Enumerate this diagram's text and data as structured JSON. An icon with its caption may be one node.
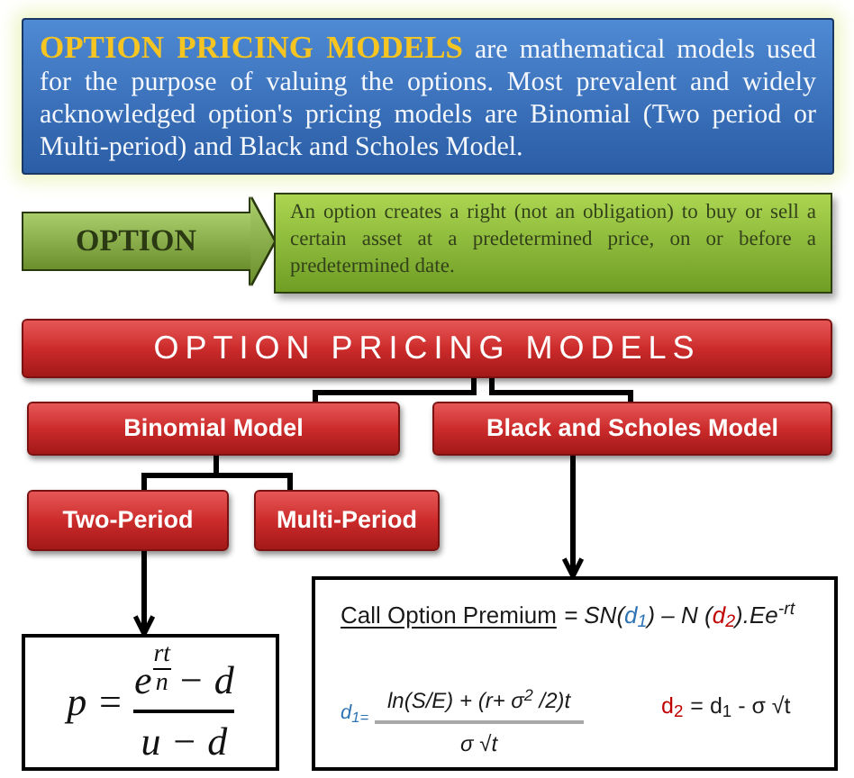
{
  "diagram": {
    "nodes": [
      {
        "text": [
          "**OPTION PRICING MODELS** are mathematical models used for the purpose of valuing the options. Most prevalent and widely acknowledged option's pricing models are Binomial (Two period or Multi-period) and Black and Scholes Model."
        ]
      },
      {
        "text": [
          "An option creates a right (not an obligation) to buy or sell a certain asset at a predetermined price, on or before a predetermined date."
        ]
      },
      {
        "text": [
          "OPTION PRICING MODELS"
        ]
      },
      {
        "text": [
          "Binomial Model"
        ]
      },
      {
        "text": [
          "Black and Scholes Model"
        ]
      },
      {
        "text": [
          "Two-Period"
        ]
      },
      {
        "text": [
          "Multi-Period"
        ]
      },
      {
        "text": [
          "p =",
          "e",
          "rt",
          "n",
          "− d",
          "u − d"
        ]
      },
      {
        "text": [
          "Call Option Premium",
          "= SN(",
          "d$_{1}$",
          ") – N (",
          "d$_{2}$",
          ").Ee$^{-rt}$",
          "d$_{1=}$",
          "ln(S/E) + (r+ σ$^{2}$ /2)t",
          "σ √t",
          "d$_{2}$",
          "= d$_{1}$ - σ √t"
        ]
      }
    ],
    "edges": [
      {
        "from": null,
        "to": 1,
        "arrow": "to",
        "label": "OPTION",
        "style": "thick",
        "color": "#8dbd3a"
      },
      {
        "from": 2,
        "to": 3,
        "arrow": "none"
      },
      {
        "from": 2,
        "to": 4,
        "arrow": "none"
      },
      {
        "from": 3,
        "to": 5,
        "arrow": "none"
      },
      {
        "from": 3,
        "to": 6,
        "arrow": "none"
      },
      {
        "from": 5,
        "to": 7,
        "arrow": "to"
      },
      {
        "from": 4,
        "to": 8,
        "arrow": "to"
      }
    ]
  }
}
